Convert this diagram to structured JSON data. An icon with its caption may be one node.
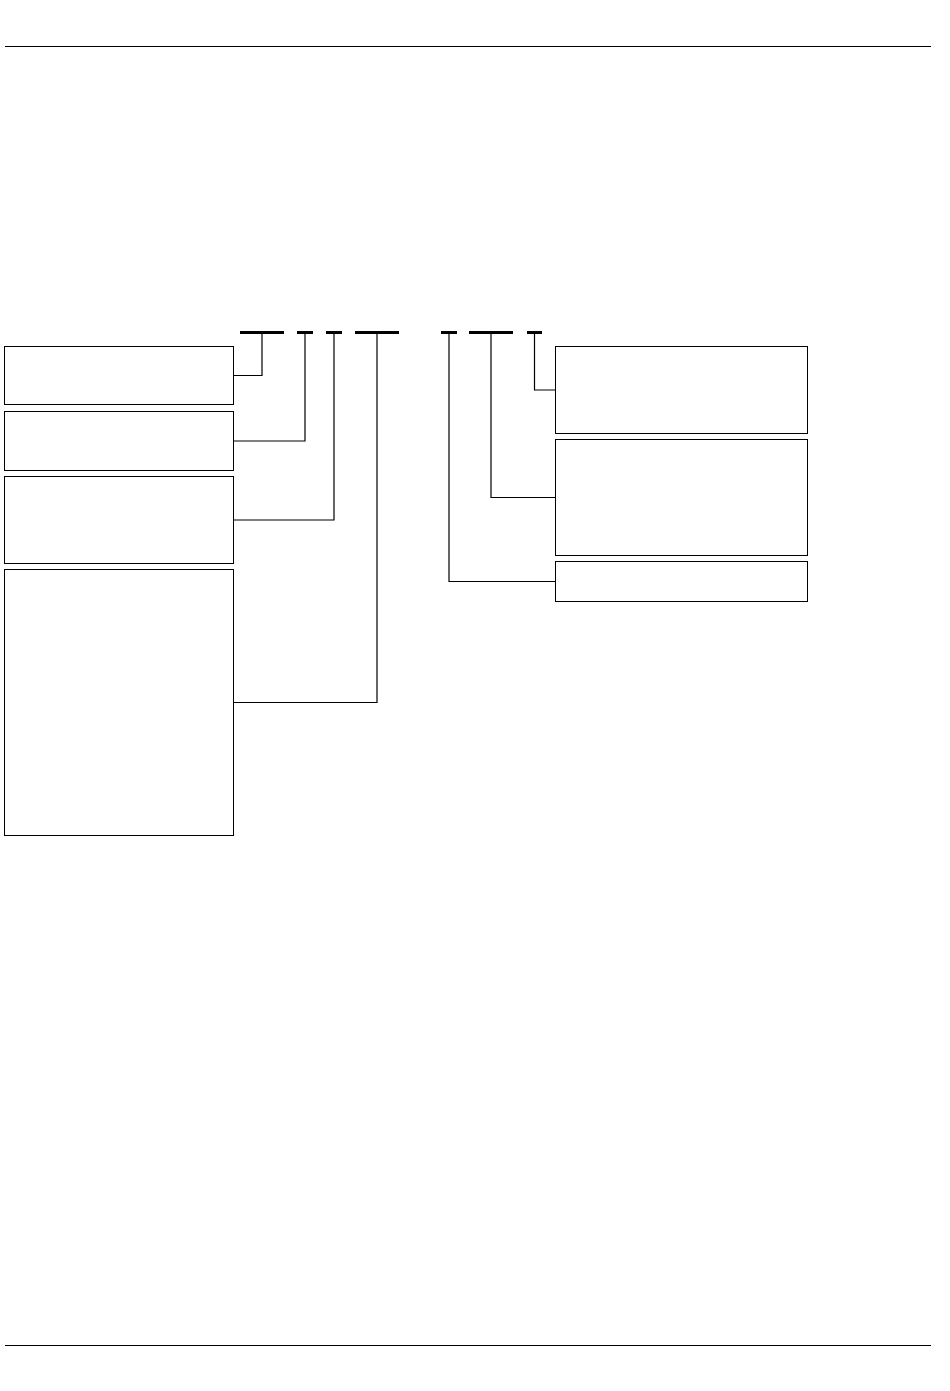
{
  "diagram": {
    "nodes": [
      {
        "text": [],
        "shape": "bar"
      },
      {
        "text": [],
        "shape": "bar"
      },
      {
        "text": [],
        "shape": "bar"
      },
      {
        "text": [],
        "shape": "bar"
      },
      {
        "text": [],
        "shape": "bar"
      },
      {
        "text": [],
        "shape": "bar"
      },
      {
        "text": [],
        "shape": "bar"
      },
      {
        "text": [],
        "shape": "box"
      },
      {
        "text": [],
        "shape": "box"
      },
      {
        "text": [],
        "shape": "box"
      },
      {
        "text": [],
        "shape": "box"
      },
      {
        "text": [],
        "shape": "box"
      },
      {
        "text": [],
        "shape": "box"
      },
      {
        "text": [],
        "shape": "box"
      }
    ],
    "edges": [
      {
        "from": 0,
        "to": 7,
        "arrow": "none"
      },
      {
        "from": 1,
        "to": 8,
        "arrow": "none"
      },
      {
        "from": 2,
        "to": 9,
        "arrow": "none"
      },
      {
        "from": 3,
        "to": 10,
        "arrow": "none"
      },
      {
        "from": 4,
        "to": 13,
        "arrow": "none"
      },
      {
        "from": 5,
        "to": 12,
        "arrow": "none"
      },
      {
        "from": 6,
        "to": 11,
        "arrow": "none"
      }
    ]
  }
}
